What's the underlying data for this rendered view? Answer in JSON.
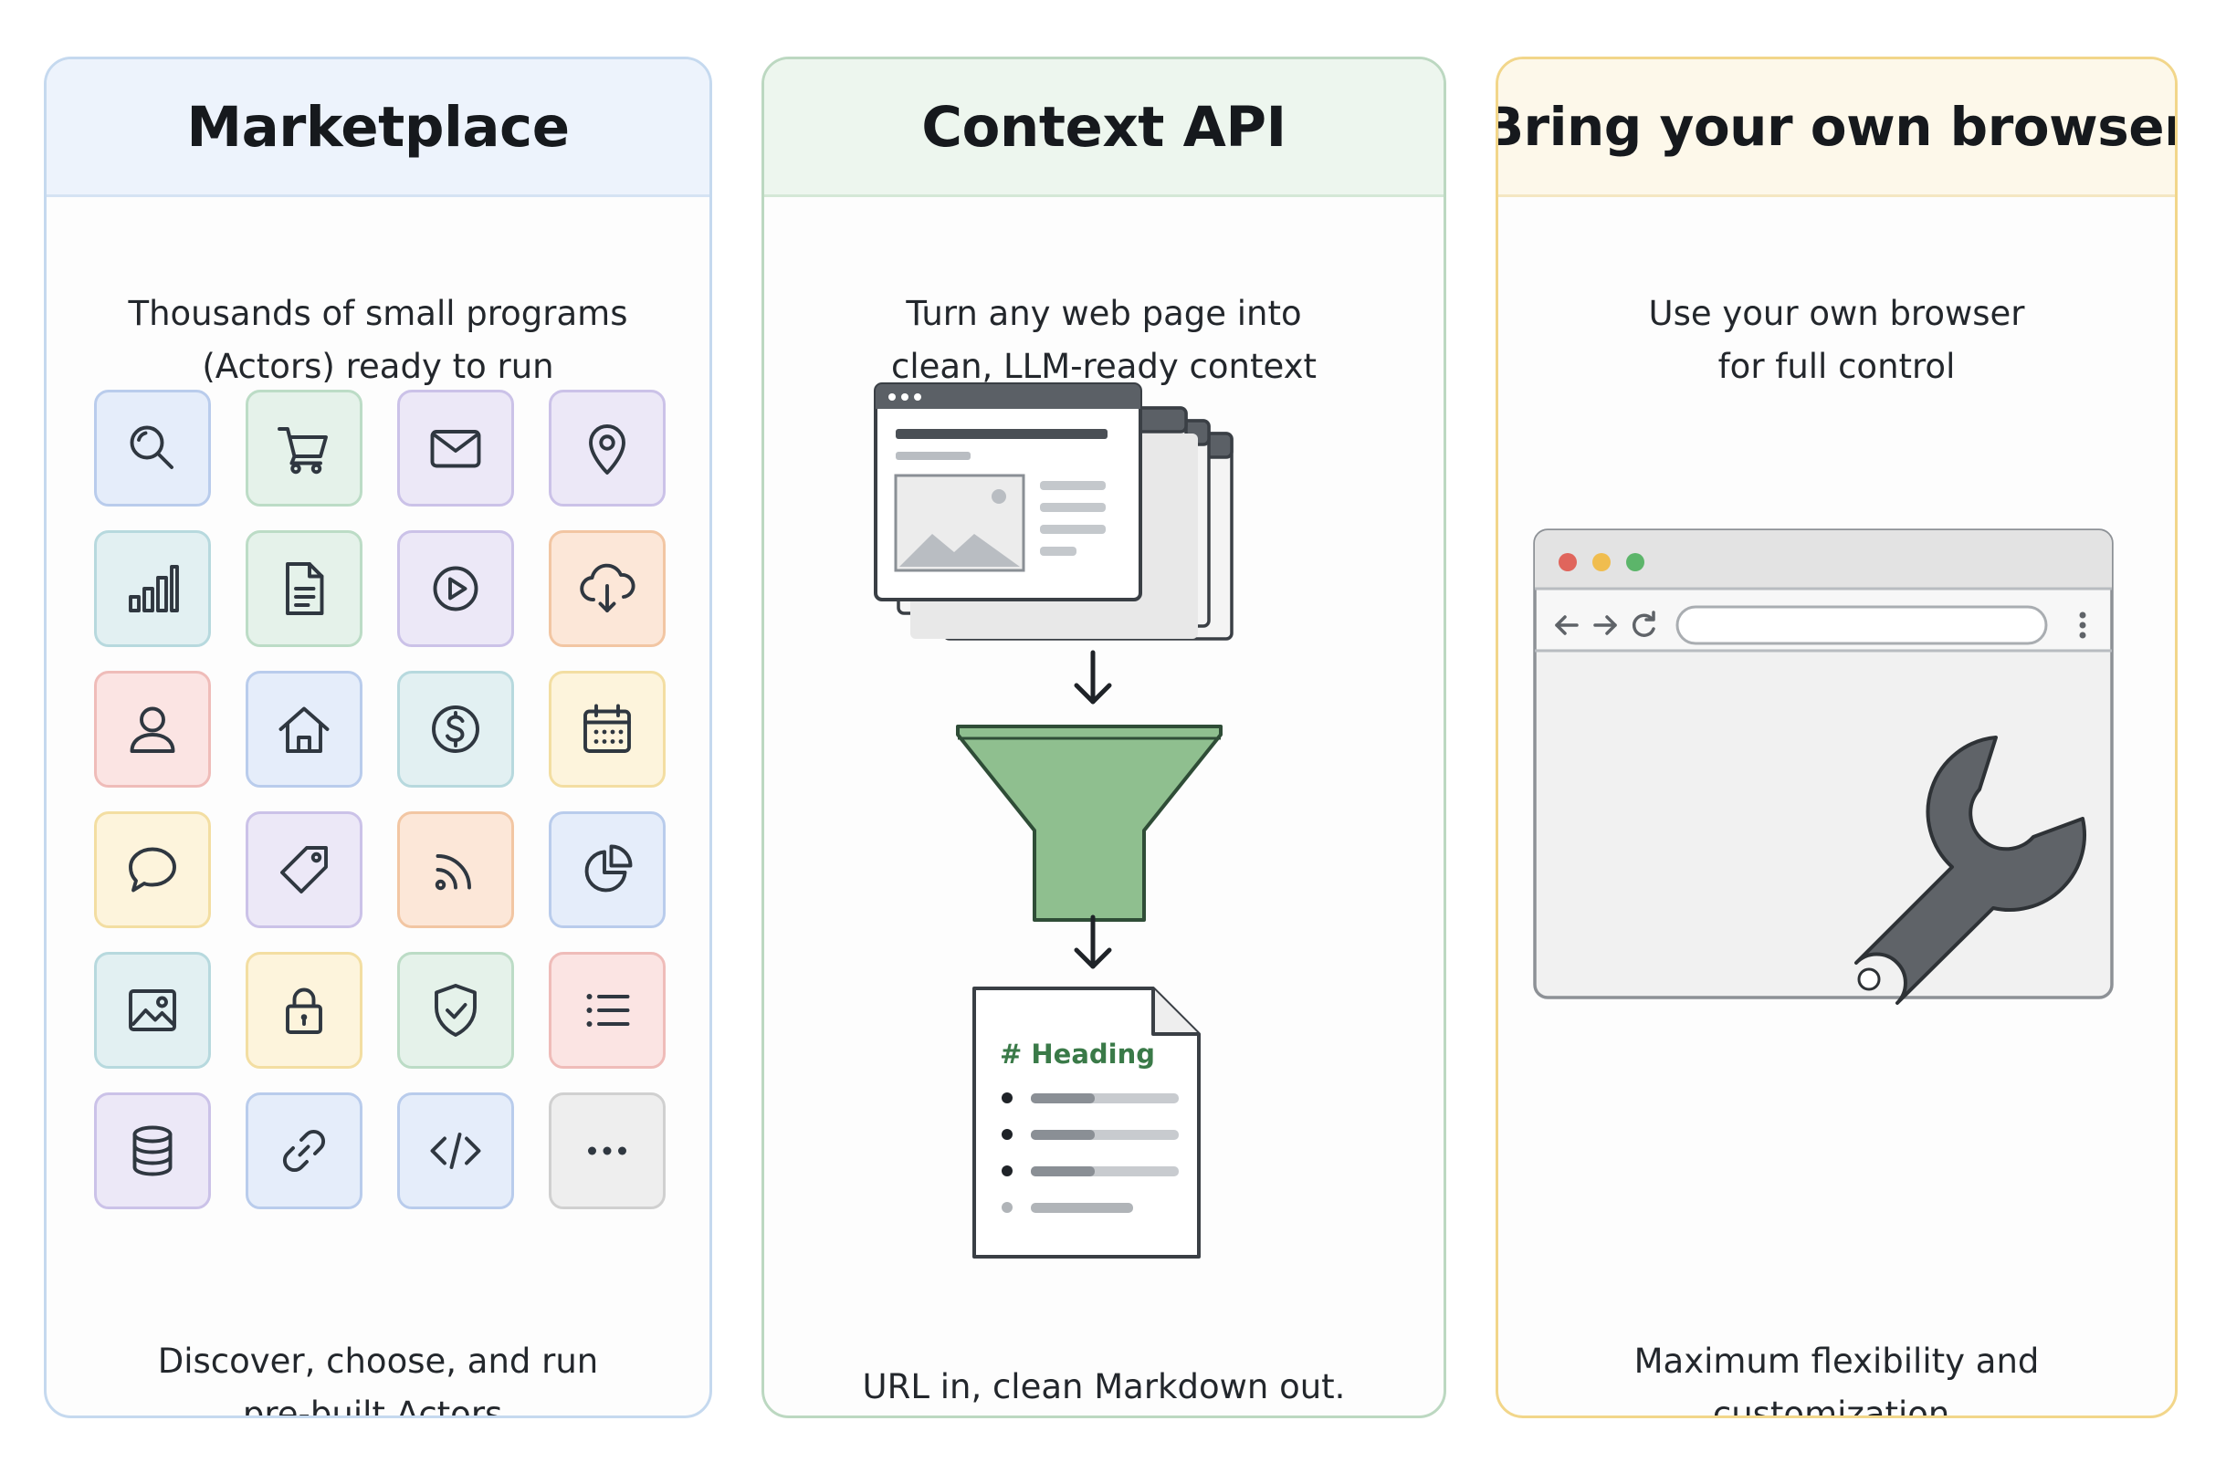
{
  "panels": {
    "marketplace": {
      "title": "Marketplace",
      "subtitle_line1": "Thousands of small programs",
      "subtitle_line2": "(Actors) ready to run",
      "footer_line1": "Discover, choose, and run",
      "footer_line2": "pre-built Actors.",
      "icons": [
        {
          "name": "search-icon",
          "color": "#e5edfa"
        },
        {
          "name": "cart-icon",
          "color": "#e5f2ea"
        },
        {
          "name": "mail-icon",
          "color": "#ece8f7"
        },
        {
          "name": "map-pin-icon",
          "color": "#ece8f7"
        },
        {
          "name": "bar-chart-icon",
          "color": "#e2f0f2"
        },
        {
          "name": "document-icon",
          "color": "#e5f2ea"
        },
        {
          "name": "play-icon",
          "color": "#ece8f7"
        },
        {
          "name": "cloud-download-icon",
          "color": "#fce7d8"
        },
        {
          "name": "user-icon",
          "color": "#fbe4e3"
        },
        {
          "name": "home-icon",
          "color": "#e5edfa"
        },
        {
          "name": "dollar-icon",
          "color": "#e2f0f2"
        },
        {
          "name": "calendar-icon",
          "color": "#fdf4dc"
        },
        {
          "name": "chat-bubble-icon",
          "color": "#fdf4dc"
        },
        {
          "name": "tag-icon",
          "color": "#ece8f7"
        },
        {
          "name": "rss-icon",
          "color": "#fce7d8"
        },
        {
          "name": "pie-chart-icon",
          "color": "#e5edfa"
        },
        {
          "name": "image-icon",
          "color": "#e2f0f2"
        },
        {
          "name": "lock-icon",
          "color": "#fdf4dc"
        },
        {
          "name": "shield-check-icon",
          "color": "#e5f2ea"
        },
        {
          "name": "list-icon",
          "color": "#fbe4e3"
        },
        {
          "name": "database-icon",
          "color": "#ece8f7"
        },
        {
          "name": "link-icon",
          "color": "#e5edfa"
        },
        {
          "name": "code-icon",
          "color": "#e5edfa"
        },
        {
          "name": "more-icon",
          "color": "#eeeeee"
        }
      ]
    },
    "context_api": {
      "title": "Context API",
      "subtitle_line1": "Turn any web page into",
      "subtitle_line2": "clean, LLM-ready context",
      "markdown_heading": "# Heading",
      "footer": "URL in, clean Markdown out.",
      "funnel_color": "#8fbf8f",
      "heading_color": "#3a7a48"
    },
    "bring_your_own_browser": {
      "title": "Bring your own browser",
      "subtitle_line1": "Use your own browser",
      "subtitle_line2": "for full control",
      "footer_line1": "Maximum flexibility and",
      "footer_line2": "customization.",
      "window_dots": [
        "#e0655c",
        "#f0bd4f",
        "#5cb56a"
      ],
      "wrench_color": "#5f6368"
    }
  }
}
